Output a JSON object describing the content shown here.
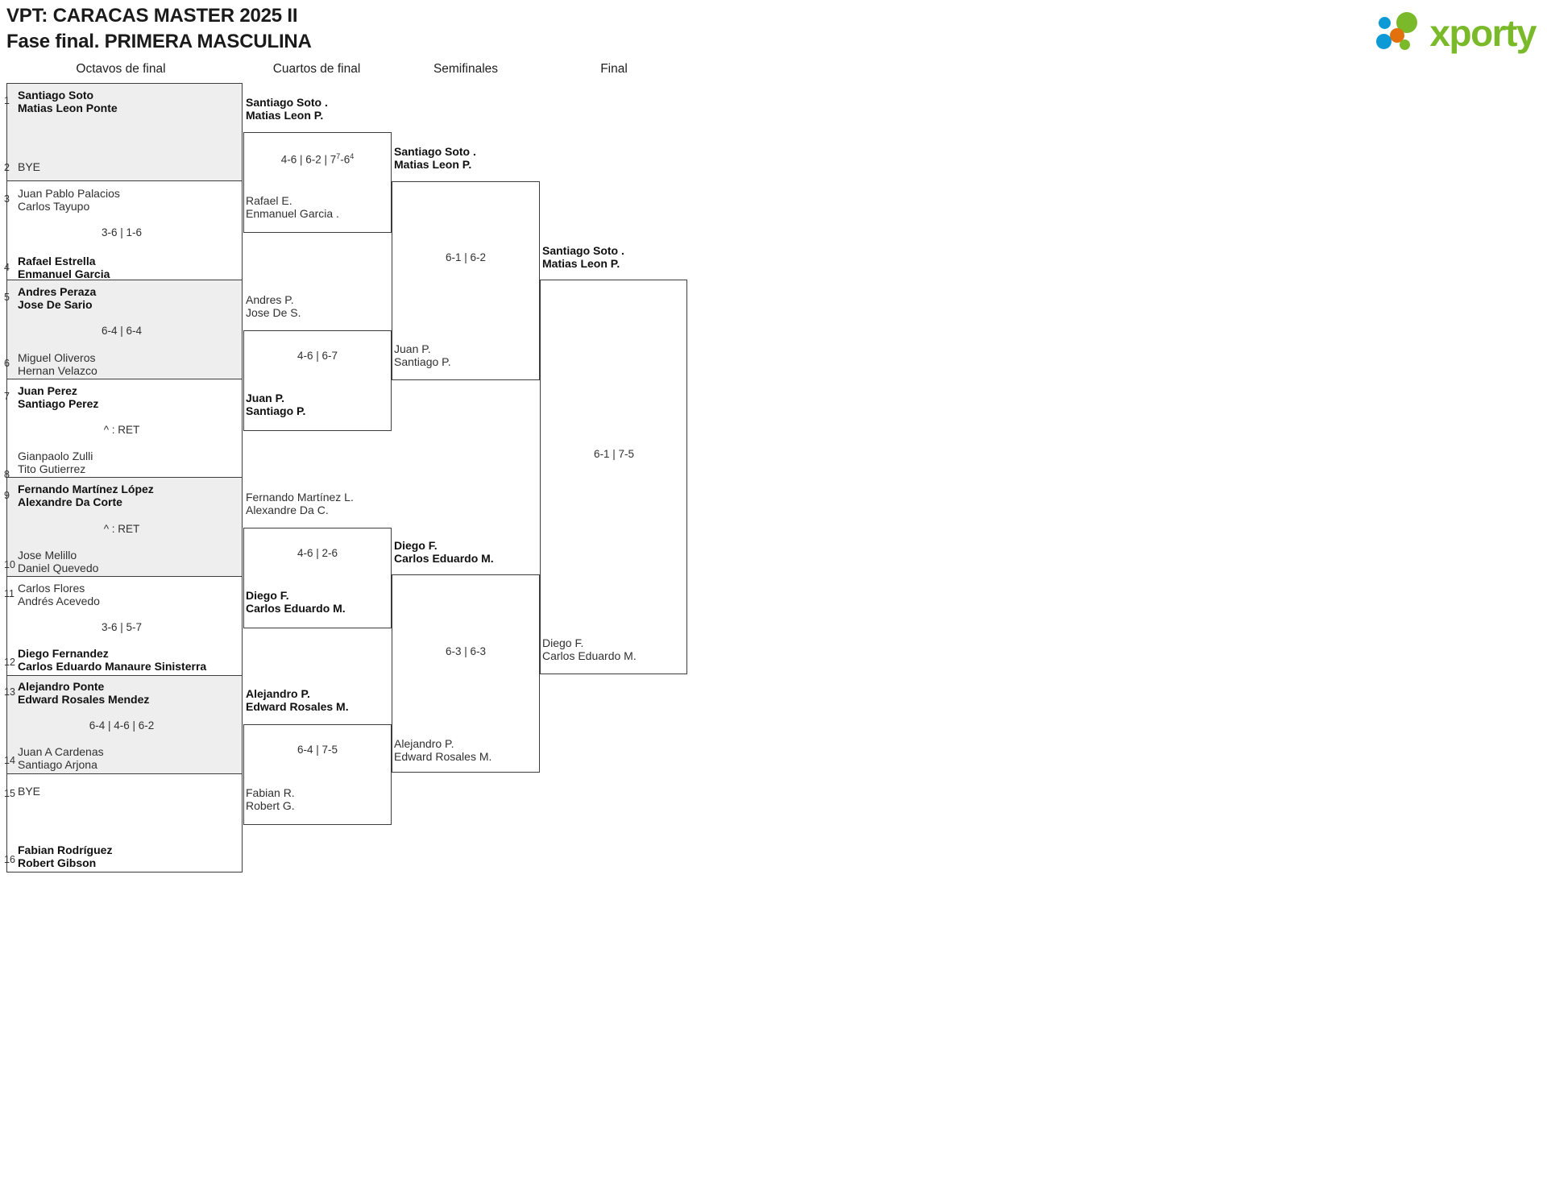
{
  "header": {
    "title_line1": "VPT: CARACAS MASTER 2025 II",
    "title_line2": "Fase final. PRIMERA MASCULINA",
    "logo_word": "xporty",
    "logo_colors": {
      "green": "#7ab929",
      "blue": "#0b9ad6",
      "orange": "#e2700d"
    }
  },
  "rounds": [
    {
      "label": "Octavos de final"
    },
    {
      "label": "Cuartos de final"
    },
    {
      "label": "Semifinales"
    },
    {
      "label": "Final"
    }
  ],
  "round1": {
    "entries": [
      {
        "seed": "1",
        "p1": "Santiago Soto",
        "p2": "Matias Leon Ponte",
        "winner": true
      },
      {
        "seed": "2",
        "p1": "BYE",
        "p2": "",
        "winner": false
      },
      {
        "seed": "3",
        "p1": "Juan Pablo Palacios",
        "p2": "Carlos Tayupo",
        "winner": false
      },
      {
        "seed": "4",
        "p1": "Rafael Estrella",
        "p2": "Enmanuel Garcia",
        "winner": true
      },
      {
        "seed": "5",
        "p1": "Andres Peraza",
        "p2": "Jose De Sario",
        "winner": true
      },
      {
        "seed": "6",
        "p1": "Miguel Oliveros",
        "p2": "Hernan Velazco",
        "winner": false
      },
      {
        "seed": "7",
        "p1": "Juan Perez",
        "p2": "Santiago Perez",
        "winner": true
      },
      {
        "seed": "8",
        "p1": "Gianpaolo Zulli",
        "p2": "Tito Gutierrez",
        "winner": false
      },
      {
        "seed": "9",
        "p1": "Fernando Martínez López",
        "p2": "Alexandre Da Corte",
        "winner": true
      },
      {
        "seed": "10",
        "p1": "Jose Melillo",
        "p2": "Daniel Quevedo",
        "winner": false
      },
      {
        "seed": "11",
        "p1": "Carlos Flores",
        "p2": "Andrés Acevedo",
        "winner": false
      },
      {
        "seed": "12",
        "p1": "Diego Fernandez",
        "p2": "Carlos Eduardo Manaure Sinisterra",
        "winner": true
      },
      {
        "seed": "13",
        "p1": "Alejandro Ponte",
        "p2": "Edward Rosales Mendez",
        "winner": true
      },
      {
        "seed": "14",
        "p1": "Juan A Cardenas",
        "p2": "Santiago Arjona",
        "winner": false
      },
      {
        "seed": "15",
        "p1": "BYE",
        "p2": "",
        "winner": false
      },
      {
        "seed": "16",
        "p1": "Fabian Rodríguez",
        "p2": "Robert Gibson",
        "winner": true
      }
    ],
    "scores": [
      "",
      "3-6 | 1-6",
      "6-4 | 6-4",
      "^ : RET",
      "^ : RET",
      "3-6 | 5-7",
      "6-4 | 4-6 | 6-2",
      ""
    ]
  },
  "round2": {
    "matches": [
      {
        "top": {
          "p1": "Santiago Soto .",
          "p2": "Matias Leon P.",
          "winner": true
        },
        "bottom": {
          "p1": "Rafael E.",
          "p2": "Enmanuel Garcia .",
          "winner": false
        },
        "score_pre": "4-6 | 6-2 | 7",
        "score_sup1": "7",
        "score_mid": "-6",
        "score_sup2": "4",
        "score_plain": ""
      },
      {
        "top": {
          "p1": "Andres P.",
          "p2": "Jose De S.",
          "winner": false
        },
        "bottom": {
          "p1": "Juan P.",
          "p2": "Santiago P.",
          "winner": true
        },
        "score_plain": "4-6 | 6-7"
      },
      {
        "top": {
          "p1": "Fernando Martínez L.",
          "p2": "Alexandre Da C.",
          "winner": false
        },
        "bottom": {
          "p1": "Diego F.",
          "p2": "Carlos Eduardo M.",
          "winner": true
        },
        "score_plain": "4-6 | 2-6"
      },
      {
        "top": {
          "p1": "Alejandro P.",
          "p2": "Edward Rosales M.",
          "winner": true
        },
        "bottom": {
          "p1": "Fabian R.",
          "p2": "Robert G.",
          "winner": false
        },
        "score_plain": "6-4 | 7-5"
      }
    ]
  },
  "round3": {
    "matches": [
      {
        "top": {
          "p1": "Santiago Soto .",
          "p2": "Matias Leon P.",
          "winner": true
        },
        "bottom": {
          "p1": "Juan P.",
          "p2": "Santiago P.",
          "winner": false
        },
        "score_plain": "6-1 | 6-2"
      },
      {
        "top": {
          "p1": "Diego F.",
          "p2": "Carlos Eduardo M.",
          "winner": true
        },
        "bottom": {
          "p1": "Alejandro P.",
          "p2": "Edward Rosales M.",
          "winner": false
        },
        "score_plain": "6-3 | 6-3"
      }
    ]
  },
  "round4": {
    "matches": [
      {
        "top": {
          "p1": "Santiago Soto .",
          "p2": "Matias Leon P.",
          "winner": true
        },
        "bottom": {
          "p1": "Diego F.",
          "p2": "Carlos Eduardo M.",
          "winner": false
        },
        "score_plain": "6-1 | 7-5"
      }
    ]
  }
}
